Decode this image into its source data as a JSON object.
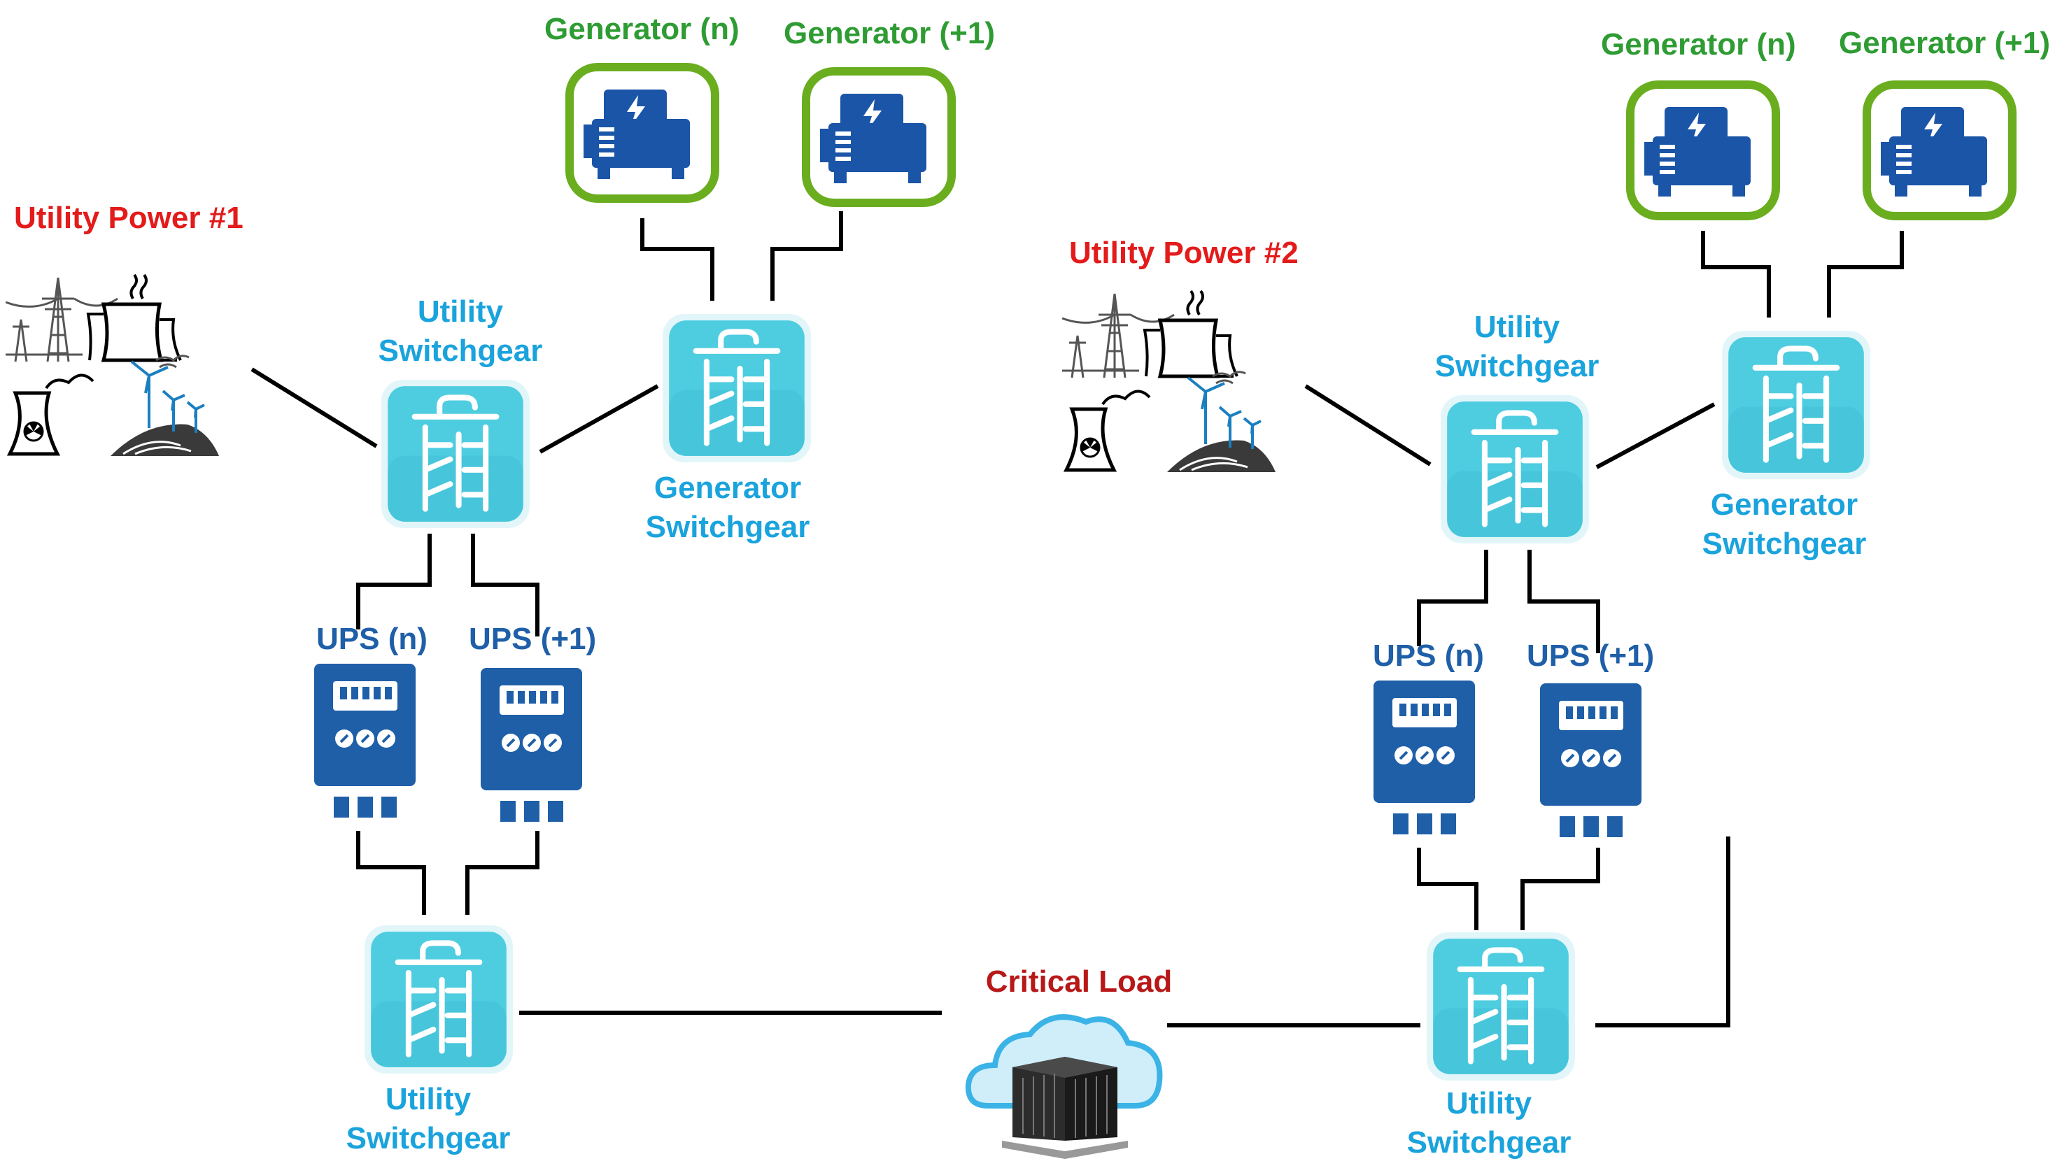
{
  "colors": {
    "switchgear_fill": "#4fcde0",
    "switchgear_border": "#e2f6fa",
    "ups_blue": "#1f5fa8",
    "generator_border": "#6aae1f",
    "generator_icon": "#1a55a8",
    "label_cyan": "#1aa3dc",
    "label_green": "#2e9c33",
    "label_red": "#e31b1b",
    "label_dark_red": "#b81818"
  },
  "left": {
    "utility_power": "Utility Power #1",
    "gen_n": "Generator (n)",
    "gen_plus1": "Generator (+1)",
    "utility_sw_top": [
      "Utility",
      "Switchgear"
    ],
    "generator_sw": [
      "Generator",
      "Switchgear"
    ],
    "ups_n": "UPS (n)",
    "ups_plus1": "UPS (+1)",
    "utility_sw_bottom": [
      "Utility",
      "Switchgear"
    ]
  },
  "right": {
    "utility_power": "Utility Power #2",
    "gen_n": "Generator (n)",
    "gen_plus1": "Generator (+1)",
    "utility_sw_top": [
      "Utility",
      "Switchgear"
    ],
    "generator_sw": [
      "Generator",
      "Switchgear"
    ],
    "ups_n": "UPS (n)",
    "ups_plus1": "UPS (+1)",
    "utility_sw_bottom": [
      "Utility",
      "Switchgear"
    ]
  },
  "center": {
    "critical_load": "Critical Load"
  },
  "icons": [
    "power-plant-icon",
    "generator-icon",
    "switchgear-icon",
    "ups-icon",
    "cloud-datacenter-icon"
  ]
}
